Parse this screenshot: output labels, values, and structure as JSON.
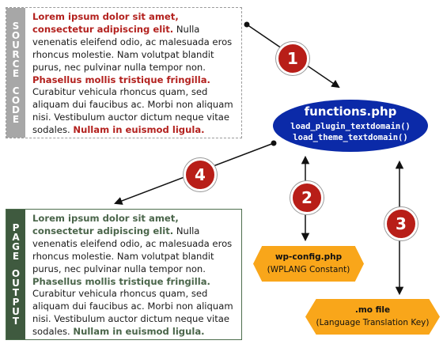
{
  "source_label": [
    "S",
    "O",
    "U",
    "R",
    "C",
    "E",
    "",
    "C",
    "O",
    "D",
    "E"
  ],
  "output_label": [
    "P",
    "A",
    "G",
    "E",
    "",
    "O",
    "U",
    "T",
    "P",
    "U",
    "T"
  ],
  "lorem": {
    "bold1": "Lorem ipsum dolor sit amet, consectetur adipiscing elit.",
    "text1": " Nulla venenatis eleifend odio, ac malesuada eros rhoncus molestie. Nam volutpat blandit purus, nec pulvinar nulla tempor non. ",
    "bold2": "Phasellus mollis tristique fringilla.",
    "text2": " Curabitur vehicula rhoncus quam, sed aliquam dui faucibus ac. Morbi non aliquam nisi. Vestibulum auctor dictum neque vitae sodales. ",
    "bold3": "Nullam in euismod ligula."
  },
  "functions": {
    "title": "functions.php",
    "line1": "load_plugin_textdomain()",
    "line2": "load_theme_textdomain()"
  },
  "wpconfig": {
    "title": "wp-config.php",
    "subtitle": "(WPLANG Constant)"
  },
  "mofile": {
    "title": ".mo file",
    "subtitle": "(Language Translation Key)"
  },
  "steps": [
    "1",
    "2",
    "3",
    "4"
  ],
  "colors": {
    "accent_red": "#b81e18",
    "ellipse_blue": "#0b2aa8",
    "hex_orange": "#f9a61a",
    "output_green": "#3f5a3f"
  }
}
